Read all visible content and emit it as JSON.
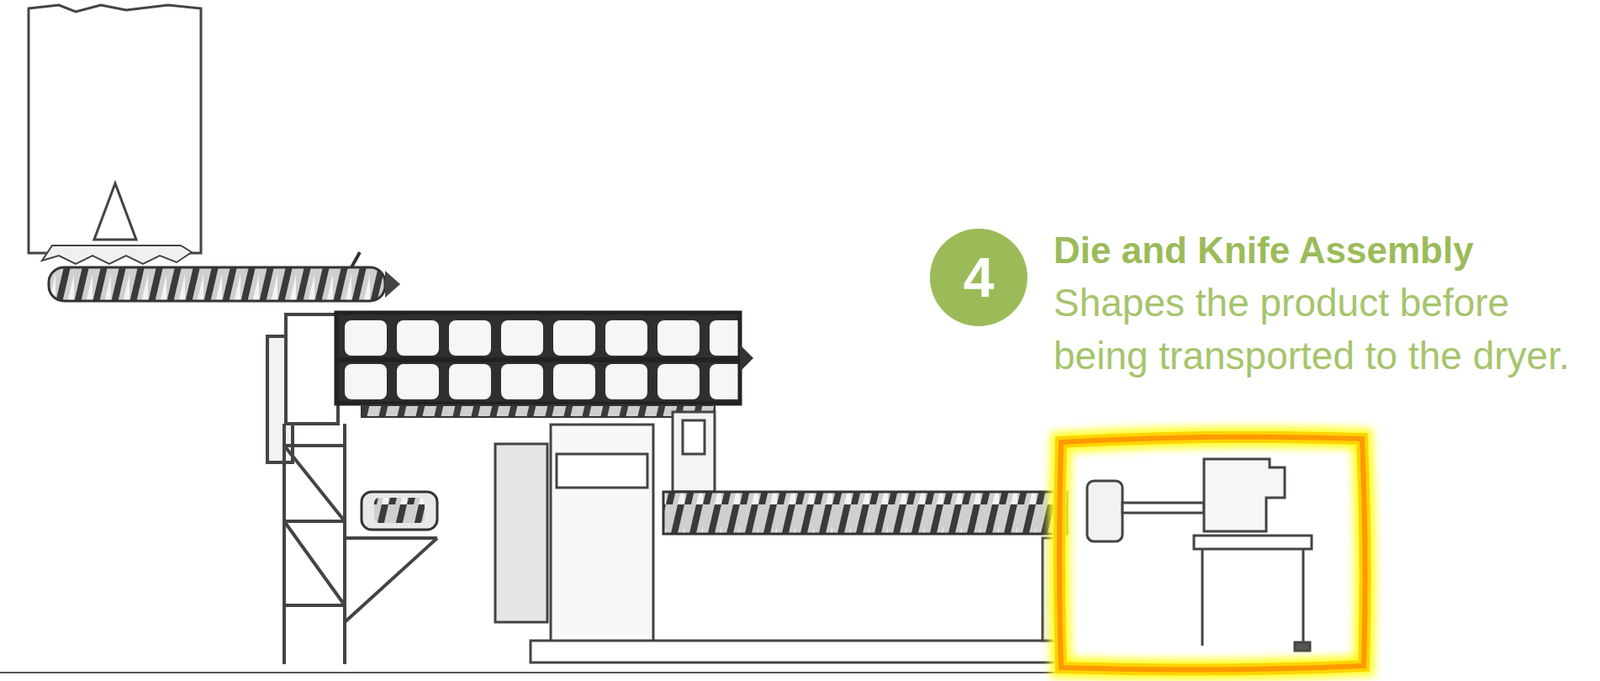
{
  "diagram": {
    "nodes": [
      {
        "text": [
          "4"
        ]
      }
    ],
    "labels": [
      "Die and Knife Assembly",
      "Shapes the product before being transported to the dryer."
    ]
  }
}
